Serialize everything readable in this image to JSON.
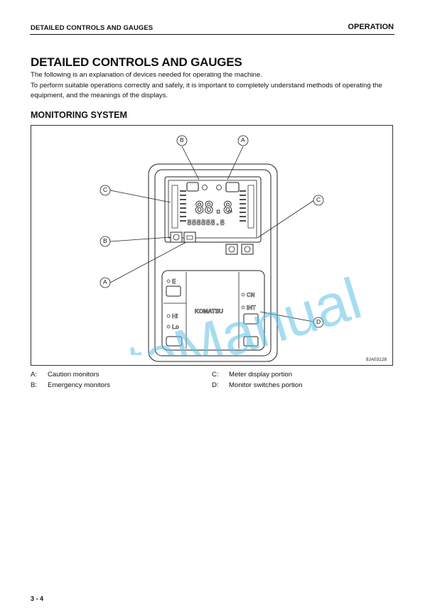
{
  "header": {
    "left": "DETAILED CONTROLS AND GAUGES",
    "right": "OPERATION"
  },
  "title": "DETAILED CONTROLS AND GAUGES",
  "intro": {
    "line1": "The following is an explanation of devices needed for operating the machine.",
    "line2": "To perform suitable operations correctly and safely, it is important to completely understand methods of operating the equipment, and the meanings of the displays."
  },
  "section_title": "MONITORING SYSTEM",
  "figure": {
    "code": "9JA03128",
    "callouts": {
      "a": "A",
      "b": "B",
      "c": "C",
      "d": "D"
    },
    "display": {
      "digits": "88.8",
      "odometer": "888888.8"
    },
    "switch_labels": {
      "e": "E",
      "hi": "Hi",
      "lo": "Lo",
      "cn": "CN",
      "int": "INT"
    },
    "brand": "KOMATSU"
  },
  "legend": [
    {
      "key": "A:",
      "label": "Caution monitors"
    },
    {
      "key": "B:",
      "label": "Emergency monitors"
    },
    {
      "key": "C:",
      "label": "Meter display portion"
    },
    {
      "key": "D:",
      "label": "Monitor switches portion"
    }
  ],
  "watermark": "AutoManual",
  "page_number": "3 - 4",
  "colors": {
    "watermark": "#5fc0e6",
    "text": "#111111"
  }
}
